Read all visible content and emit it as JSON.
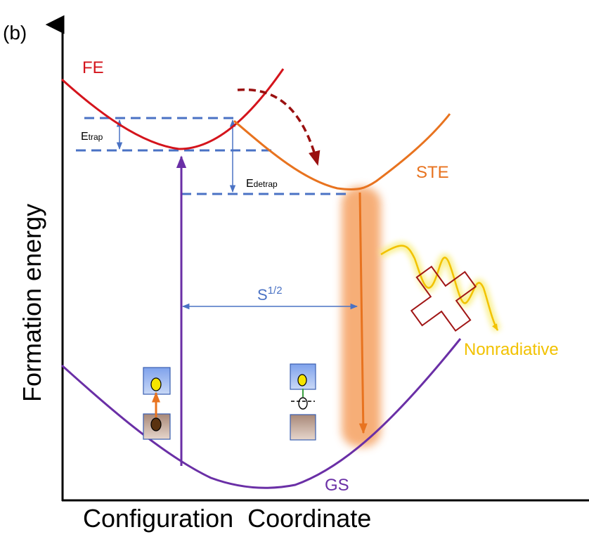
{
  "panel_label": "(b)",
  "axes": {
    "ylabel": "Formation energy",
    "xlabel": "Configuration  Coordinate"
  },
  "curves": {
    "fe": {
      "label": "FE",
      "color": "#d4141c"
    },
    "ste": {
      "label": "STE",
      "color": "#e8731f"
    },
    "gs": {
      "label": "GS",
      "color": "#6a2fa6"
    }
  },
  "energies": {
    "trap": {
      "main": "E",
      "sub": "trap"
    },
    "detrap": {
      "main": "E",
      "sub": "detrap"
    },
    "stokes": {
      "main": "S",
      "sup": "1/2"
    }
  },
  "nonradiative": {
    "label": "Nonradiative",
    "color": "#f2c200"
  },
  "colors": {
    "dashed": "#4a72c4",
    "arrow_blue": "#4a72c4",
    "dark_red": "#9a1010",
    "box_fill_top": "#9bb6ee",
    "box_fill_bottom": "#c8a898",
    "electron": "#f5e400",
    "hole": "#5a3210"
  }
}
